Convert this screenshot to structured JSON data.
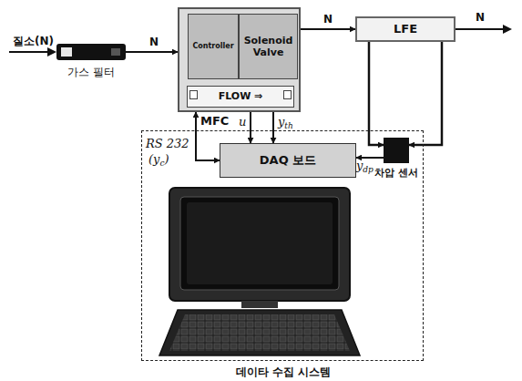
{
  "diagram": {
    "nodes": [
      {
        "text": [
          "가스 필터"
        ]
      },
      {
        "text": [
          "MFC"
        ]
      },
      {
        "text": [
          "Controller"
        ],
        "in": 1
      },
      {
        "text": [
          "Solenoid Valve"
        ],
        "in": 1
      },
      {
        "text": [
          "FLOW ⇒"
        ],
        "in": 1
      },
      {
        "text": [
          "LFE"
        ]
      },
      {
        "text": [
          "데이타 수집 시스템"
        ]
      },
      {
        "text": [
          "DAQ 보드"
        ],
        "in": 6
      },
      {
        "text": [
          "차압 센서"
        ],
        "in": 6
      }
    ],
    "edges": [
      {
        "from": 0,
        "to": 1,
        "arrow": "to",
        "label": "N"
      },
      {
        "from": 1,
        "to": 5,
        "arrow": "to",
        "label": "N"
      },
      {
        "from": 1,
        "to": 7,
        "arrow": "both"
      },
      {
        "from": 1,
        "to": 7,
        "arrow": "to"
      },
      {
        "from": 1,
        "to": 7,
        "arrow": "to"
      },
      {
        "from": 5,
        "to": 8,
        "arrow": "to"
      },
      {
        "from": 5,
        "to": 8,
        "arrow": "to"
      },
      {
        "from": 8,
        "to": 7,
        "arrow": "to"
      }
    ],
    "labels": [
      "질소(N)",
      "N",
      "RS 232",
      "(y",
      "c",
      ")",
      "u",
      "y",
      "th",
      "y",
      "dp"
    ]
  }
}
